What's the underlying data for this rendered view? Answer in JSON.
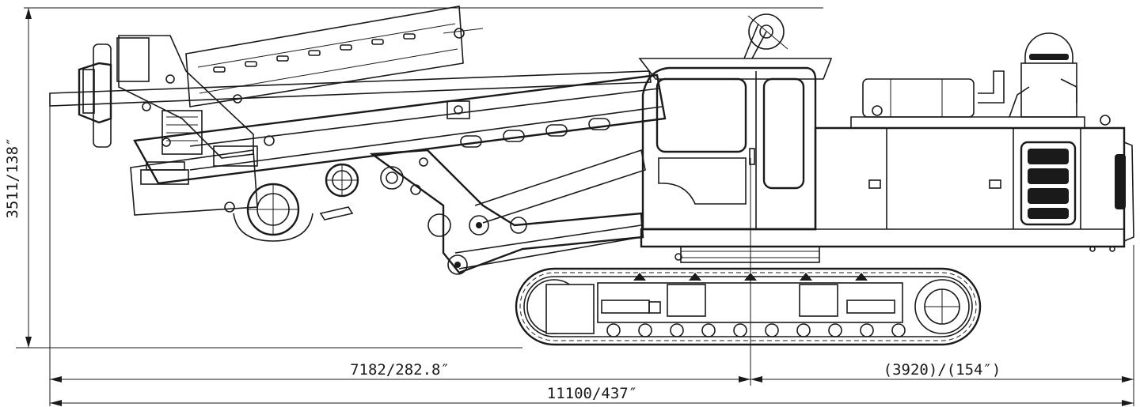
{
  "dimensions": {
    "height": "3511/138″",
    "boom_length": "7182/282.8″",
    "rear_length": "(3920)/(154″)",
    "overall_length": "11100/437″"
  },
  "icons": {
    "machine": "rotary-drilling-rig-side-view",
    "arrows": "dimension-arrow"
  },
  "colors": {
    "line": "#1a1a1a",
    "background": "#ffffff"
  }
}
